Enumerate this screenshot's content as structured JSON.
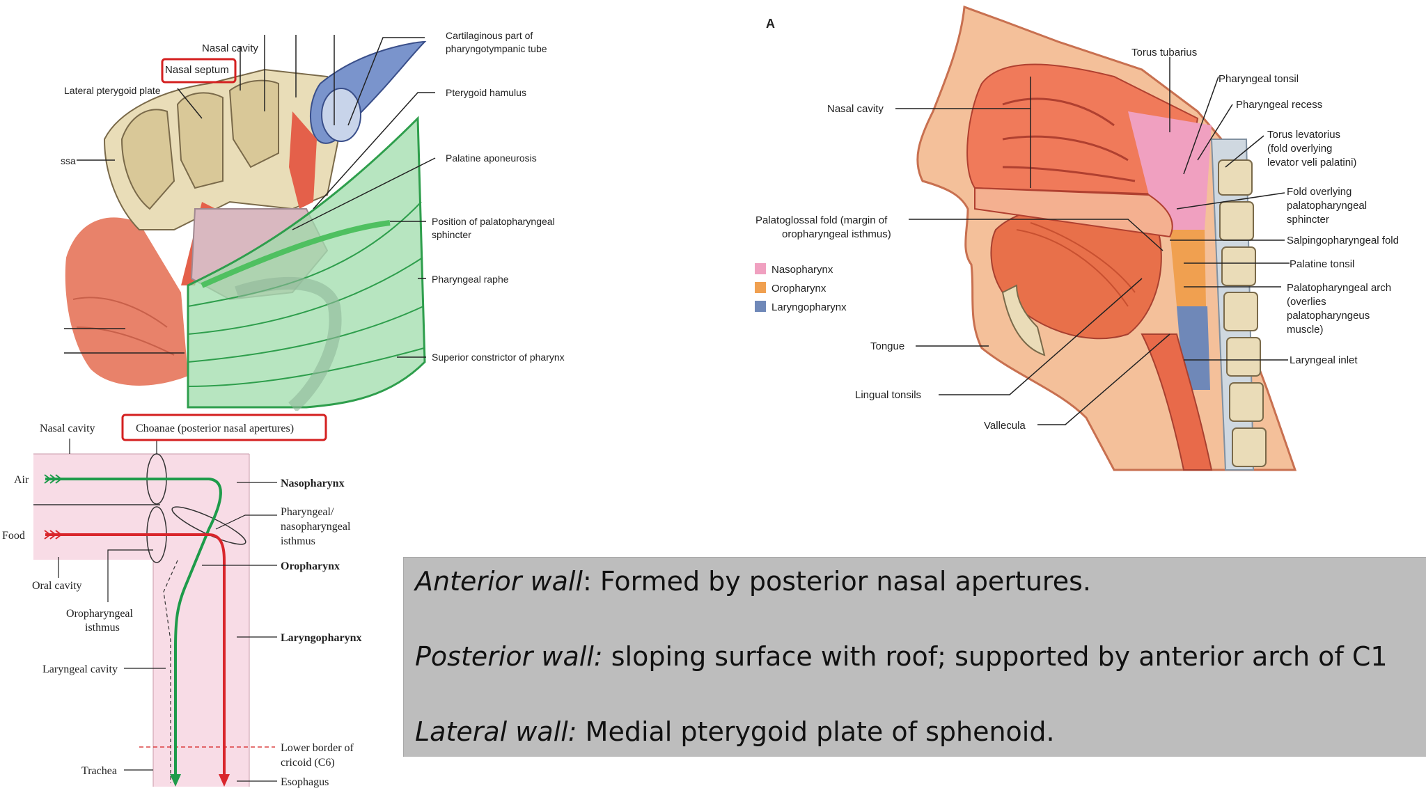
{
  "figure_a": {
    "labels": {
      "nasal_cavity": "Nasal cavity",
      "nasal_septum": "Nasal septum",
      "lateral_pterygoid_plate": "Lateral pterygoid plate",
      "fossa_fragment": "ssa",
      "cartilaginous_line1": "Cartilaginous part of",
      "cartilaginous_line2": "pharyngotympanic tube",
      "pterygoid_hamulus": "Pterygoid hamulus",
      "palatine_aponeurosis": "Palatine aponeurosis",
      "position_line1": "Position of palatopharyngeal",
      "position_line2": "sphincter",
      "pharyngeal_raphe": "Pharyngeal raphe",
      "superior_constrictor": "Superior constrictor of pharynx"
    }
  },
  "figure_b": {
    "panel_letter": "A",
    "labels": {
      "torus_tubarius": "Torus tubarius",
      "pharyngeal_tonsil": "Pharyngeal tonsil",
      "pharyngeal_recess": "Pharyngeal recess",
      "torus_levatorius_l1": "Torus levatorius",
      "torus_levatorius_l2": "(fold overlying",
      "torus_levatorius_l3": "levator veli palatini)",
      "nasal_cavity": "Nasal cavity",
      "fold_l1": "Fold overlying",
      "fold_l2": "palatopharyngeal",
      "fold_l3": "sphincter",
      "salpingopharyngeal_fold": "Salpingopharyngeal fold",
      "palatine_tonsil": "Palatine tonsil",
      "palatoglossal_l1": "Palatoglossal fold (margin of",
      "palatoglossal_l2": "oropharyngeal isthmus)",
      "arch_l1": "Palatopharyngeal arch",
      "arch_l2": "(overlies",
      "arch_l3": "palatopharyngeus",
      "arch_l4": "muscle)",
      "tongue": "Tongue",
      "laryngeal_inlet": "Laryngeal inlet",
      "lingual_tonsils": "Lingual tonsils",
      "vallecula": "Vallecula"
    },
    "legend": [
      {
        "label": "Nasopharynx",
        "color": "#f0a0c0"
      },
      {
        "label": "Oropharynx",
        "color": "#f0a050"
      },
      {
        "label": "Laryngopharynx",
        "color": "#6f88b8"
      }
    ]
  },
  "figure_c": {
    "labels": {
      "nasal_cavity": "Nasal cavity",
      "choanae": "Choanae (posterior nasal apertures)",
      "air": "Air",
      "food": "Food",
      "oral_cavity": "Oral cavity",
      "oropharyngeal_l1": "Oropharyngeal",
      "oropharyngeal_l2": "isthmus",
      "laryngeal_cavity": "Laryngeal cavity",
      "trachea": "Trachea",
      "nasopharynx": "Nasopharynx",
      "isthmus_l1": "Pharyngeal/",
      "isthmus_l2": "nasopharyngeal",
      "isthmus_l3": "isthmus",
      "oropharynx": "Oropharynx",
      "laryngopharynx": "Laryngopharynx",
      "lower_border_l1": "Lower border of",
      "lower_border_l2": "cricoid (C6)",
      "esophagus": "Esophagus"
    },
    "colors": {
      "air": "#1e9b4a",
      "food": "#d9262c",
      "bg": "#f8dce6"
    }
  },
  "walls": {
    "anterior_term": "Anterior wall",
    "anterior_text": ": Formed by posterior nasal apertures.",
    "posterior_term": "Posterior wall:",
    "posterior_text": " sloping surface with roof; supported by anterior arch of C1",
    "lateral_term": "Lateral wall:",
    "lateral_text": " Medial pterygoid plate of sphenoid."
  }
}
